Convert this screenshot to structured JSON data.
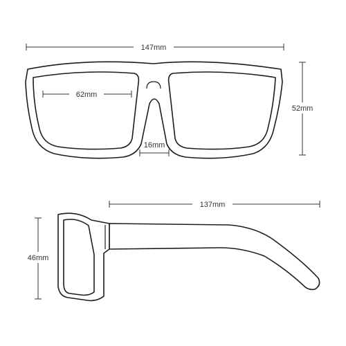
{
  "front_view": {
    "total_width": "147mm",
    "lens_width": "62mm",
    "lens_height": "52mm",
    "bridge_width": "16mm"
  },
  "side_view": {
    "temple_length": "137mm",
    "frame_height": "46mm"
  },
  "colors": {
    "line": "#1c1c1c",
    "dimension": "#333333",
    "background": "#ffffff"
  }
}
